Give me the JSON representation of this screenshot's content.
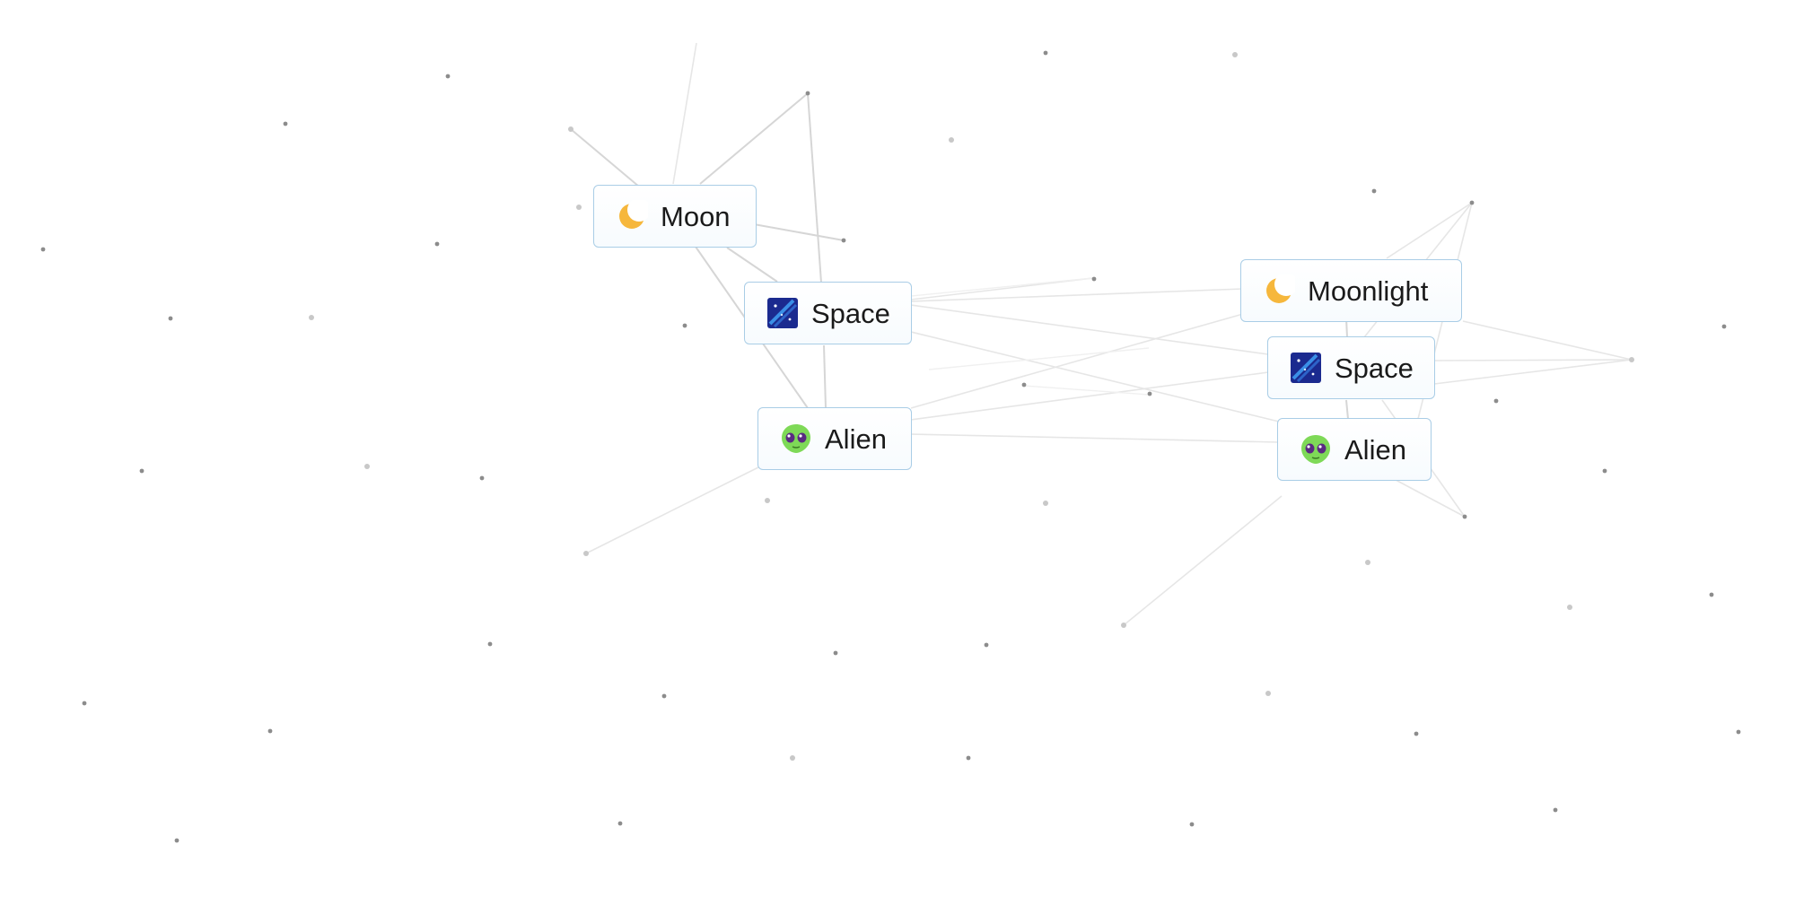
{
  "canvas": {
    "background": "#ffffff",
    "tile_border": "#a9cde6",
    "dot_color": "#8c8c8c",
    "line_color": "#d8d8d8"
  },
  "tiles": [
    {
      "id": "moon-1",
      "label": "Moon",
      "icon": "crescent-moon-icon"
    },
    {
      "id": "space-1",
      "label": "Space",
      "icon": "galaxy-icon"
    },
    {
      "id": "alien-1",
      "label": "Alien",
      "icon": "alien-face-icon"
    },
    {
      "id": "moonlight-1",
      "label": "Moonlight",
      "icon": "crescent-moon-icon"
    },
    {
      "id": "space-2",
      "label": "Space",
      "icon": "galaxy-icon"
    },
    {
      "id": "alien-2",
      "label": "Alien",
      "icon": "alien-face-icon"
    }
  ]
}
